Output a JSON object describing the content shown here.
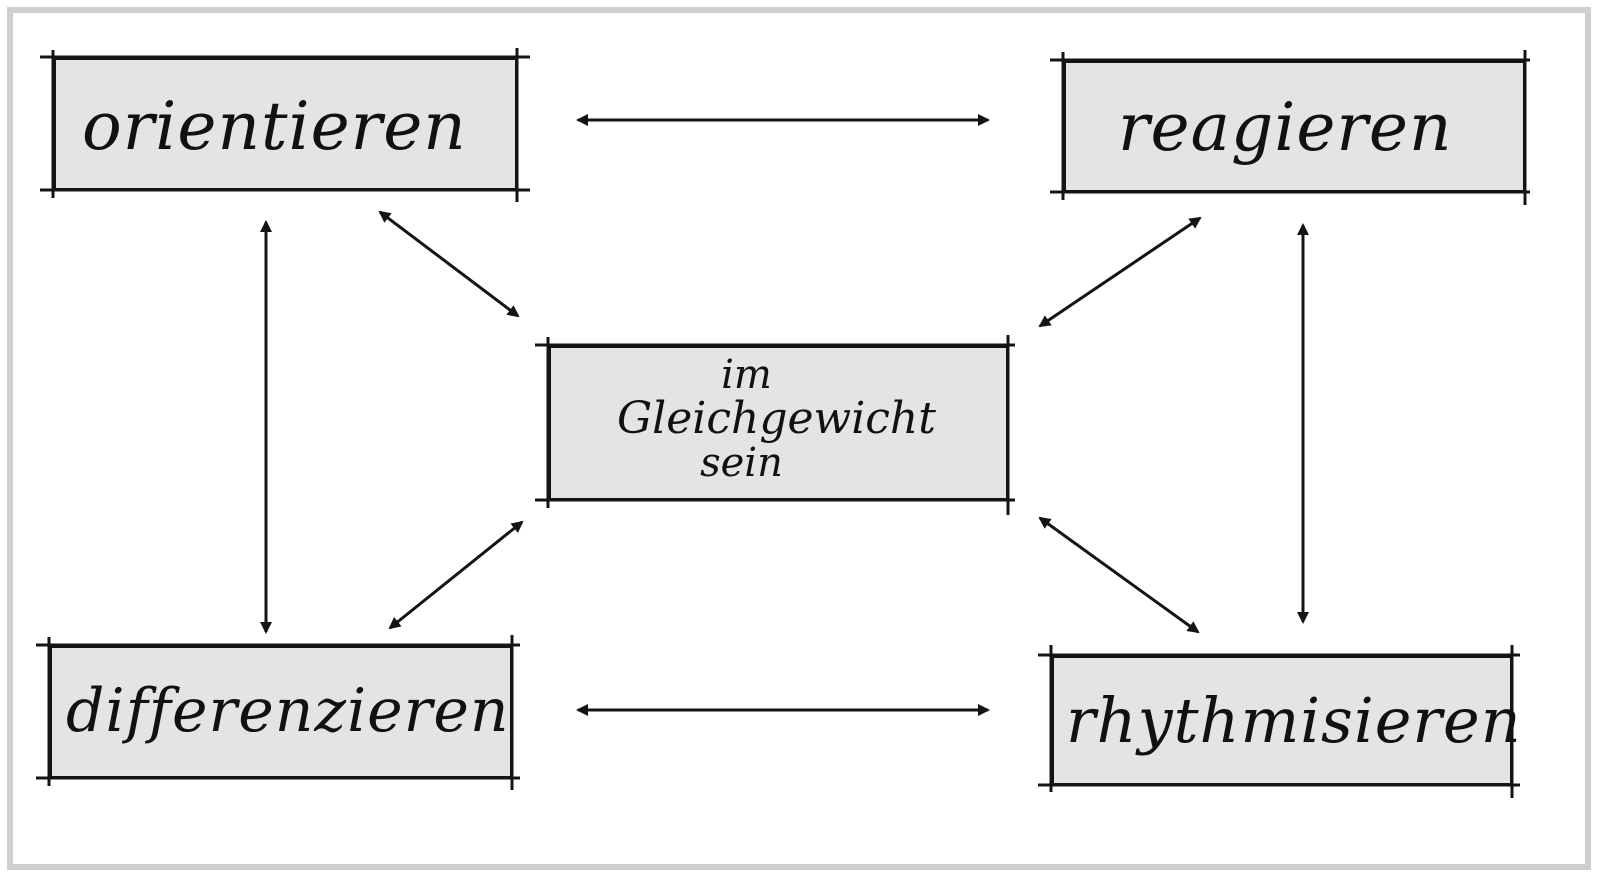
{
  "diagram": {
    "nodes": {
      "top_left": {
        "label": "orientieren"
      },
      "top_right": {
        "label": "reagieren"
      },
      "bottom_left": {
        "label": "differenzieren"
      },
      "bottom_right": {
        "label": "rhythmisieren"
      },
      "center": {
        "line1": "im",
        "line2": "Gleichgewicht",
        "line3": "sein"
      }
    },
    "edges": [
      {
        "from": "orientieren",
        "to": "reagieren",
        "direction": "both"
      },
      {
        "from": "differenzieren",
        "to": "rhythmisieren",
        "direction": "both"
      },
      {
        "from": "orientieren",
        "to": "differenzieren",
        "direction": "both"
      },
      {
        "from": "reagieren",
        "to": "rhythmisieren",
        "direction": "both"
      },
      {
        "from": "orientieren",
        "to": "im Gleichgewicht sein",
        "direction": "both"
      },
      {
        "from": "reagieren",
        "to": "im Gleichgewicht sein",
        "direction": "both"
      },
      {
        "from": "differenzieren",
        "to": "im Gleichgewicht sein",
        "direction": "both"
      },
      {
        "from": "rhythmisieren",
        "to": "im Gleichgewicht sein",
        "direction": "both"
      }
    ]
  }
}
